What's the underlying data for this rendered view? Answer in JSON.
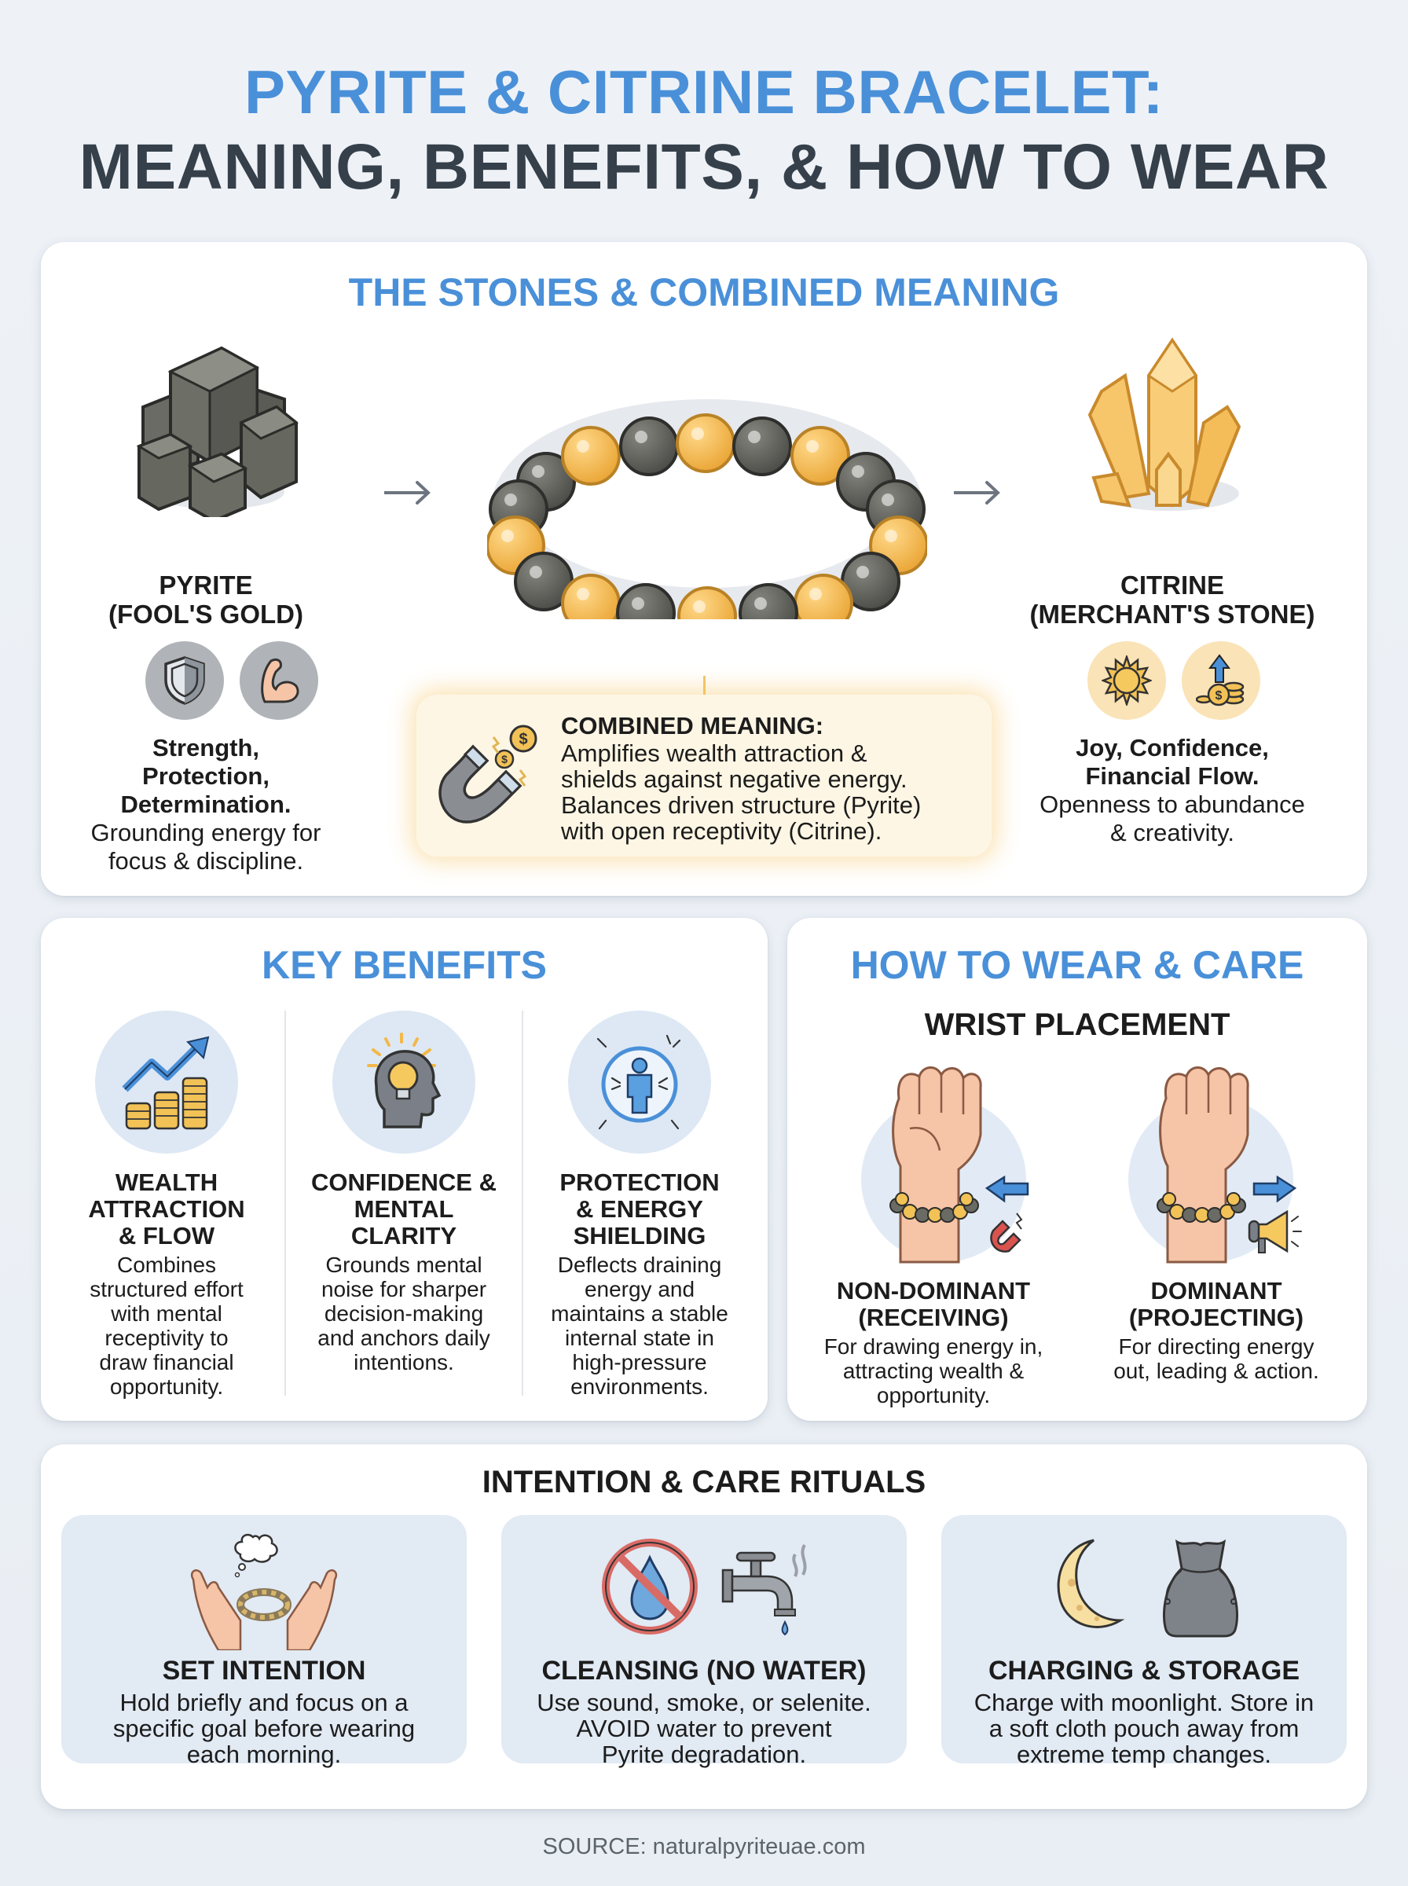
{
  "header": {
    "title_line1": "PYRITE & CITRINE BRACELET:",
    "title_line2": "MEANING, BENEFITS, & HOW TO WEAR"
  },
  "stones_section": {
    "heading": "THE STONES & COMBINED MEANING",
    "pyrite": {
      "name_line1": "PYRITE",
      "name_line2": "(FOOL'S GOLD)",
      "icons": [
        "shield-icon",
        "flexed-bicep-icon"
      ],
      "keywords_line1": "Strength, Protection,",
      "keywords_line2": "Determination.",
      "desc_line1": "Grounding energy for",
      "desc_line2": "focus & discipline."
    },
    "bracelet": {
      "icon": "bracelet-icon",
      "bead_pattern": [
        "gray",
        "gold",
        "gray",
        "gold",
        "gray",
        "gold",
        "gray",
        "gray",
        "gold",
        "gray",
        "gold",
        "gray",
        "gold",
        "gray",
        "gold",
        "gray",
        "gray",
        "gold"
      ]
    },
    "citrine": {
      "name_line1": "CITRINE",
      "name_line2": "(MERCHANT'S STONE)",
      "icons": [
        "sun-icon",
        "coins-arrow-up-icon"
      ],
      "keywords_line1": "Joy, Confidence,",
      "keywords_line2": "Financial Flow.",
      "desc_line1": "Openness to abundance",
      "desc_line2": "& creativity."
    },
    "combined": {
      "icon": "magnet-coins-icon",
      "title": "COMBINED MEANING:",
      "line1": "Amplifies wealth attraction &",
      "line2": "shields against negative energy.",
      "line3": "Balances driven structure (Pyrite)",
      "line4": "with open receptivity (Citrine)."
    }
  },
  "benefits_section": {
    "heading": "KEY BENEFITS",
    "items": [
      {
        "icon": "coins-growth-chart-icon",
        "title": [
          "WEALTH",
          "ATTRACTION",
          "& FLOW"
        ],
        "text": [
          "Combines",
          "structured effort",
          "with mental",
          "receptivity to",
          "draw financial",
          "opportunity."
        ]
      },
      {
        "icon": "head-lightbulb-icon",
        "title": [
          "CONFIDENCE &",
          "MENTAL",
          "CLARITY"
        ],
        "text": [
          "Grounds mental",
          "noise for sharper",
          "decision-making",
          "and anchors daily",
          "intentions."
        ]
      },
      {
        "icon": "shielded-person-icon",
        "title": [
          "PROTECTION",
          "& ENERGY",
          "SHIELDING"
        ],
        "text": [
          "Deflects draining",
          "energy and",
          "maintains a stable",
          "internal state in",
          "high-pressure",
          "environments."
        ]
      }
    ]
  },
  "wear_section": {
    "heading": "HOW TO WEAR & CARE",
    "subheading": "WRIST PLACEMENT",
    "items": [
      {
        "icon": "fist-bracelet-magnet-icon",
        "arrow": "arrow-left",
        "title": [
          "NON-DOMINANT",
          "(RECEIVING)"
        ],
        "text": [
          "For drawing energy in,",
          "attracting wealth &",
          "opportunity."
        ]
      },
      {
        "icon": "fist-bracelet-megaphone-icon",
        "arrow": "arrow-right",
        "title": [
          "DOMINANT",
          "(PROJECTING)"
        ],
        "text": [
          "For directing energy",
          "out, leading & action."
        ]
      }
    ]
  },
  "rituals_section": {
    "heading": "INTENTION & CARE RITUALS",
    "items": [
      {
        "icon": "hands-bracelet-thought-icon",
        "title": "SET INTENTION",
        "text": [
          "Hold briefly and focus on a",
          "specific goal before wearing",
          "each morning."
        ]
      },
      {
        "icon": "no-water-faucet-icon",
        "title": "CLEANSING (NO WATER)",
        "text": [
          "Use sound, smoke, or selenite.",
          "AVOID water to prevent",
          "Pyrite degradation."
        ]
      },
      {
        "icon": "moon-pouch-icon",
        "title": "CHARGING & STORAGE",
        "text": [
          "Charge with moonlight. Store in",
          "a soft cloth pouch away from",
          "extreme temp changes."
        ]
      }
    ]
  },
  "footer": {
    "source": "SOURCE: naturalpyriteuae.com"
  },
  "colors": {
    "accent_blue": "#4a90d9",
    "title_dark": "#36404a",
    "pyrite_gray": "#5f605a",
    "citrine_gold": "#f4b643",
    "combined_bg": "#fdf6e4",
    "ritual_bg": "#e2eaf4",
    "page_bg": "#eef2f7"
  }
}
